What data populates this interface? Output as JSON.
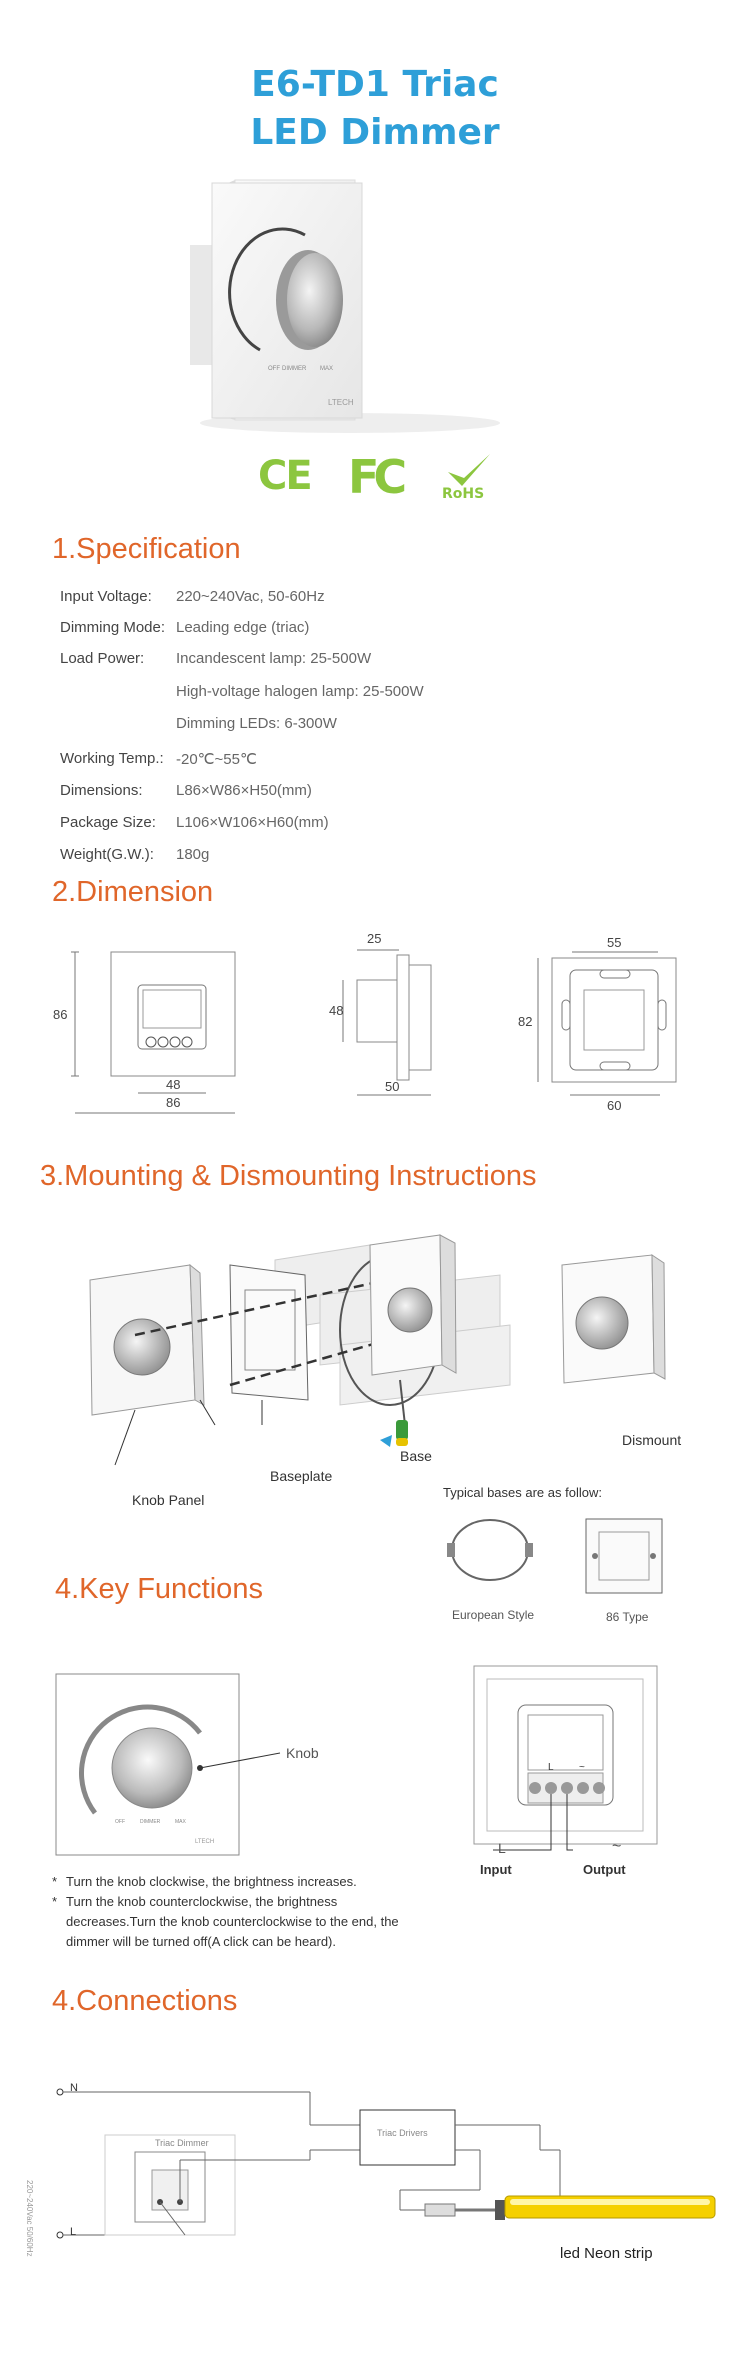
{
  "title": {
    "line1": "E6-TD1 Triac",
    "line2": "LED Dimmer"
  },
  "product": {
    "brand": "LTECH",
    "scale_min": "OFF",
    "scale_mid": "DIMMER",
    "scale_max": "MAX"
  },
  "certs": {
    "ce": "CE",
    "fc": "FC",
    "rohs": "RoHS"
  },
  "spec": {
    "heading": "1.Specification",
    "rows": [
      {
        "label": "Input Voltage:",
        "value": "220~240Vac, 50-60Hz"
      },
      {
        "label": "Dimming  Mode:",
        "value": "Leading edge (triac)"
      },
      {
        "label": "Load Power:",
        "value": "Incandescent lamp: 25-500W"
      },
      {
        "label": "",
        "value": "High-voltage halogen lamp: 25-500W"
      },
      {
        "label": "",
        "value": "Dimming  LEDs: 6-300W"
      },
      {
        "label": "Working  Temp.:",
        "value": "-20℃~55℃"
      },
      {
        "label": "Dimensions:",
        "value": "L86×W86×H50(mm)"
      },
      {
        "label": "Package Size:",
        "value": "L106×W106×H60(mm)"
      },
      {
        "label": "Weight(G.W.):",
        "value": "180g"
      }
    ]
  },
  "dimension": {
    "heading": "2.Dimension",
    "front": {
      "height": "86",
      "inner": "48",
      "width": "86"
    },
    "side": {
      "top": "25",
      "height": "48",
      "depth": "50"
    },
    "back": {
      "top": "55",
      "height": "82",
      "width": "60"
    }
  },
  "mounting": {
    "heading": "3.Mounting & Dismounting Instructions",
    "labels": {
      "knob_panel": "Knob Panel",
      "baseplate": "Baseplate",
      "base": "Base",
      "dismount": "Dismount"
    },
    "bases_note": "Typical bases are as follow:",
    "bases": [
      {
        "name": "European Style"
      },
      {
        "name": "86 Type"
      }
    ]
  },
  "functions": {
    "heading": "4.Key Functions",
    "knob_label": "Knob",
    "terminal_l": "L",
    "terminal_n": "~",
    "input_label": "Input",
    "output_label": "Output",
    "notes": [
      "Turn the knob clockwise, the brightness increases.",
      "Turn the knob counterclockwise, the brightness decreases.Turn the knob counterclockwise to the end, the dimmer will be turned off(A click can be heard)."
    ]
  },
  "connections": {
    "heading": "4.Connections",
    "n_label": "N",
    "l_label": "L",
    "dimmer_label": "Triac Dimmer",
    "driver_label": "Triac Drivers",
    "side_text": "220~240Vac 50/60Hz",
    "strip_label": "led Neon strip"
  },
  "colors": {
    "title": "#2e9fd8",
    "section": "#e0662a",
    "rohs": "#8cc63f"
  }
}
